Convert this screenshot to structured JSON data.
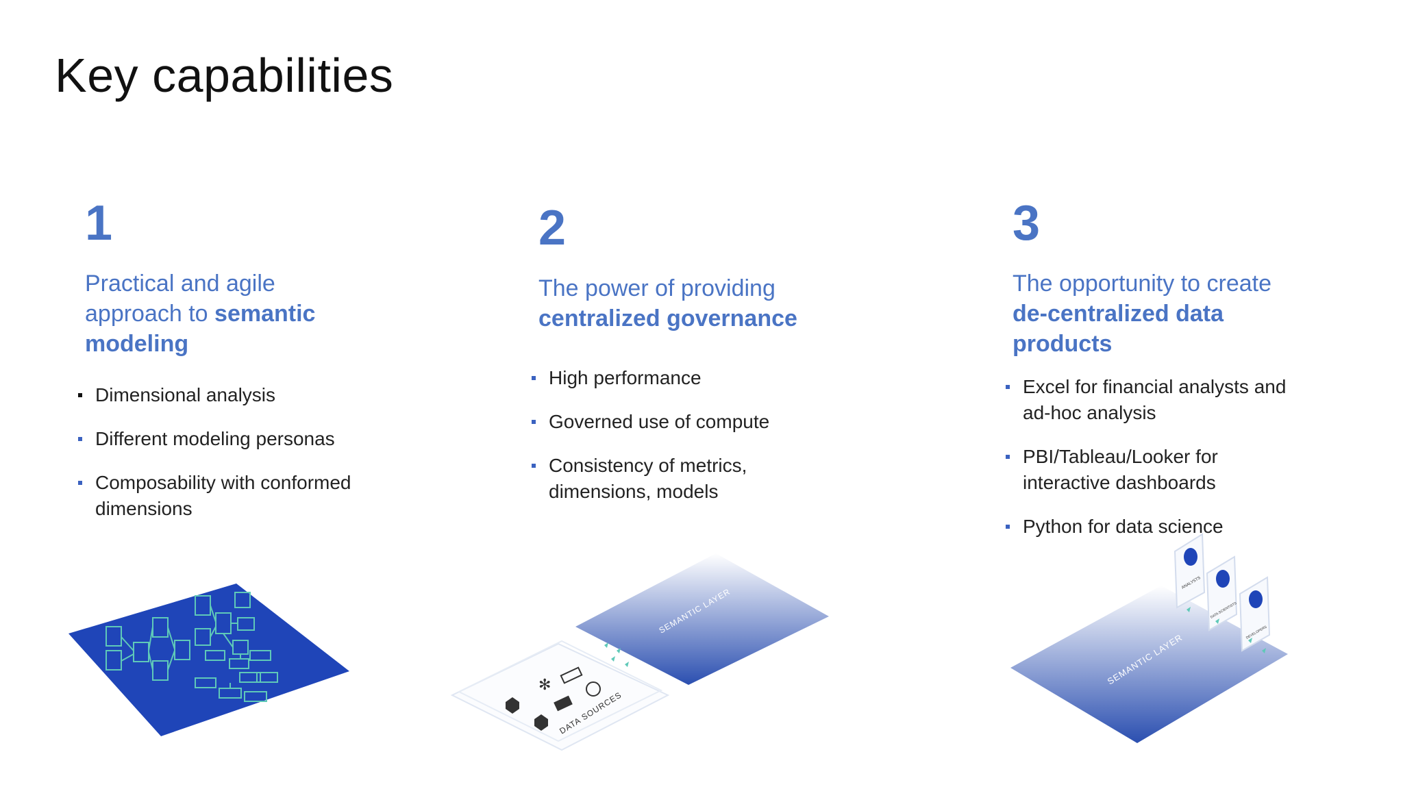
{
  "slide": {
    "title": "Key capabilities"
  },
  "columns": [
    {
      "number": "1",
      "headline_plain": "Practical and agile approach to ",
      "headline_bold": "semantic modeling",
      "bullets": [
        "Dimensional analysis",
        "Different modeling personas",
        "Composability with conformed dimensions"
      ]
    },
    {
      "number": "2",
      "headline_plain": "The power of providing ",
      "headline_bold": "centralized governance",
      "bullets": [
        "High performance",
        "Governed use of compute",
        "Consistency of metrics, dimensions, models"
      ]
    },
    {
      "number": "3",
      "headline_plain": "The opportunity to create ",
      "headline_bold": "de-centralized data products",
      "bullets": [
        "Excel for financial analysts and ad-hoc analysis",
        "PBI/Tableau/Looker for interactive dashboards",
        "Python for data science"
      ]
    }
  ],
  "illustrations": {
    "semantic_layer_label": "SEMANTIC LAYER",
    "data_sources_label": "DATA SOURCES",
    "persona_labels": [
      "ANALYSTS",
      "DATA SCIENTISTS",
      "DEVELOPERS"
    ]
  },
  "colors": {
    "accent": "#4a74c4",
    "model_plane": "#1f45b8",
    "model_boxes": "#5fc9b8",
    "layer_top": "#2b4fb0",
    "layer_bottom": "#ffffff"
  }
}
